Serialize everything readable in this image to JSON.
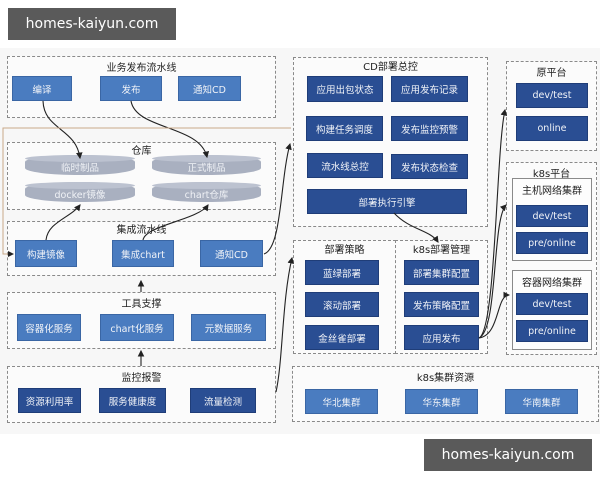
{
  "watermarks": {
    "top": "homes-kaiyun.com",
    "bottom": "homes-kaiyun.com"
  },
  "colors": {
    "light_blue": "#4a7cc0",
    "dark_blue": "#2a4e93",
    "cylinder": "#a9b0c0",
    "border": "#8a8a8a",
    "watermark_bg": "#5a5a5a"
  },
  "left": {
    "business_pipeline": {
      "title": "业务发布流水线",
      "items": [
        "编译",
        "发布",
        "通知CD"
      ]
    },
    "warehouse": {
      "title": "仓库",
      "items": [
        "临时制品",
        "正式制品",
        "docker镜像",
        "chart仓库"
      ]
    },
    "integration_pipeline": {
      "title": "集成流水线",
      "items": [
        "构建镜像",
        "集成chart",
        "通知CD"
      ]
    },
    "tool_support": {
      "title": "工具支撑",
      "items": [
        "容器化服务",
        "chart化服务",
        "元数据服务"
      ]
    },
    "monitoring": {
      "title": "监控报警",
      "items": [
        "资源利用率",
        "服务健康度",
        "流量检测"
      ]
    }
  },
  "middle": {
    "cd_control": {
      "title": "CD部署总控",
      "items": [
        "应用出包状态",
        "应用发布记录",
        "构建任务调度",
        "发布监控预警",
        "流水线总控",
        "发布状态检查",
        "部署执行引擎"
      ]
    },
    "deploy_strategy": {
      "title": "部署策略",
      "items": [
        "蓝绿部署",
        "滚动部署",
        "金丝雀部署"
      ]
    },
    "k8s_deploy_mgmt": {
      "title": "k8s部署管理",
      "items": [
        "部署集群配置",
        "发布策略配置",
        "应用发布"
      ]
    },
    "k8s_resources": {
      "title": "k8s集群资源",
      "items": [
        "华北集群",
        "华东集群",
        "华南集群"
      ]
    }
  },
  "right": {
    "origin_platform": {
      "title": "原平台",
      "items": [
        "dev/test",
        "online"
      ]
    },
    "k8s_platform": {
      "title": "k8s平台",
      "host_network_cluster": {
        "title": "主机网络集群",
        "items": [
          "dev/test",
          "pre/online"
        ]
      },
      "container_network_cluster": {
        "title": "容器网络集群",
        "items": [
          "dev/test",
          "pre/online"
        ]
      }
    }
  }
}
